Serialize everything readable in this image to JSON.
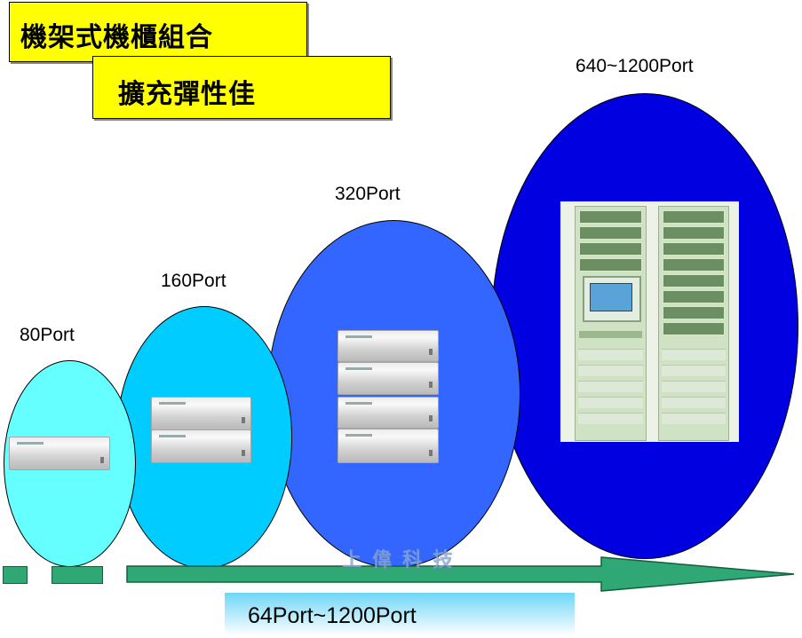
{
  "title_primary": "機架式機櫃組合",
  "title_secondary": "擴充彈性佳",
  "tiers": [
    {
      "label": "80Port",
      "units": 1
    },
    {
      "label": "160Port",
      "units": 2
    },
    {
      "label": "320Port",
      "units": 4
    },
    {
      "label": "640~1200Port",
      "units": 2
    }
  ],
  "watermark": "上偉科技",
  "range_label": "64Port~1200Port",
  "colors": {
    "title_bg": "#ffff00",
    "tier1": "#66ffff",
    "tier2": "#00ccff",
    "tier3": "#3366ff",
    "tier4": "#0000e0",
    "arrow": "#2fa876",
    "range_bar": "#6fd6f6"
  }
}
